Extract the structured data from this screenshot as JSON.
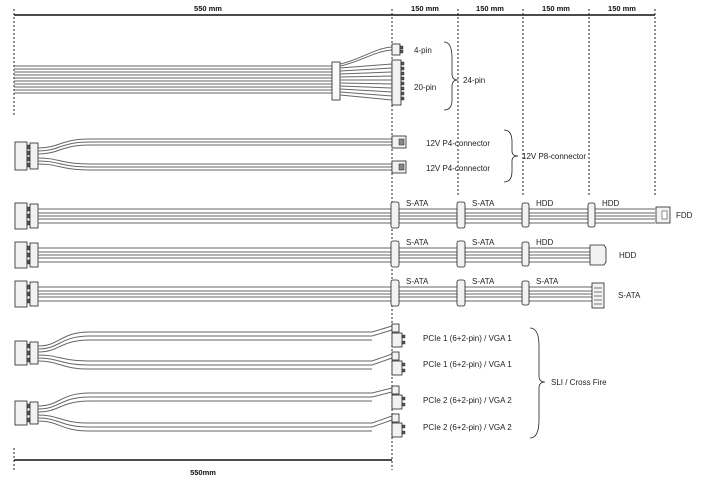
{
  "dimensions": {
    "top_main": "550 mm",
    "segments": [
      "150 mm",
      "150 mm",
      "150 mm",
      "150 mm"
    ],
    "bottom_main": "550mm"
  },
  "atx": {
    "pin4": "4-pin",
    "pin20": "20-pin",
    "pin24": "24-pin"
  },
  "p4": {
    "a": "12V P4-connector",
    "b": "12V P4-connector",
    "combined": "12V P8-connector"
  },
  "chain1": {
    "c1": "S-ATA",
    "c2": "S-ATA",
    "c3": "HDD",
    "c4": "HDD",
    "end": "FDD"
  },
  "chain2": {
    "c1": "S-ATA",
    "c2": "S-ATA",
    "c3": "HDD",
    "end": "HDD"
  },
  "chain3": {
    "c1": "S-ATA",
    "c2": "S-ATA",
    "c3": "S-ATA",
    "end": "S-ATA"
  },
  "pcie": {
    "a": "PCIe 1 (6+2-pin) / VGA 1",
    "b": "PCIe 1 (6+2-pin) / VGA 1",
    "c": "PCIe 2 (6+2-pin) / VGA 2",
    "d": "PCIe 2 (6+2-pin) / VGA 2",
    "group": "SLI / Cross Fire"
  }
}
